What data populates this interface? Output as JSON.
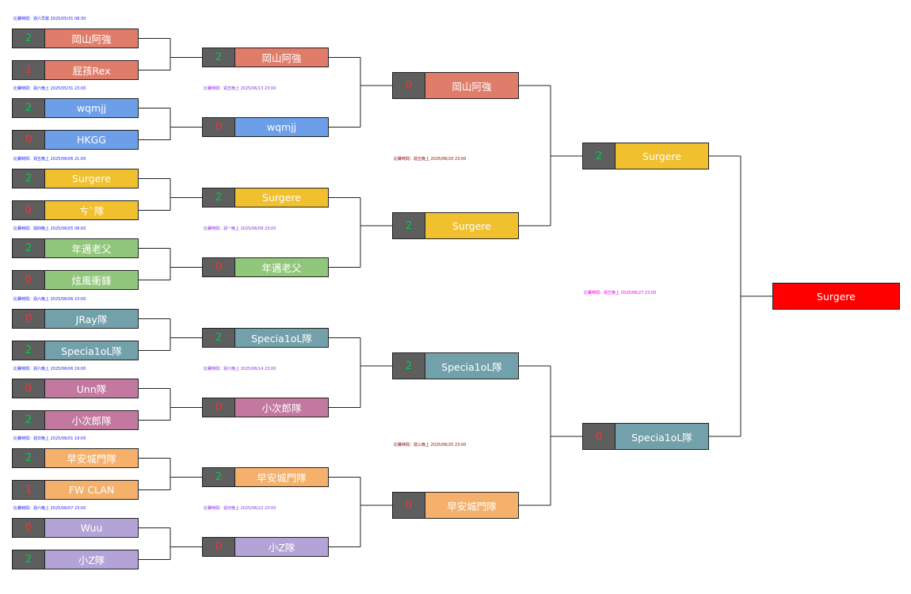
{
  "colors": {
    "okayama": "#e07c6a",
    "wqmjj": "#6d9ee8",
    "surgere": "#f0c02e",
    "nianlao": "#91c77a",
    "jray": "#73a1ab",
    "unn": "#c2789f",
    "zaoan": "#f5b06b",
    "wuu": "#b3a3d6",
    "champion": "#ff0000"
  },
  "notes": {
    "n1": "比賽時間：週六早晨 2025/05/31 08:30",
    "n2": "比賽時間：週六晚上 2025/05/31 23:00",
    "n3": "比賽時間：週五晚上 2025/06/06 21:00",
    "n4": "比賽時間：週四晚上 2025/06/05 08:00",
    "n5": "比賽時間：週六晚上 2025/06/06 23:00",
    "n6": "比賽時間：週六晚上 2025/06/06 19:00",
    "n7": "比賽時間：週日晚上 2025/06/01 19:00",
    "n8": "比賽時間：週六晚上 2025/06/07 23:00",
    "q1": "比賽時間：週五晚上 2025/06/13 23:00",
    "q2": "比賽時間：週一晚上 2025/06/09 23:00",
    "q3": "比賽時間：週六晚上 2025/06/14 23:00",
    "q4": "比賽時間：週日晚上 2025/06/22 23:00",
    "s1": "比賽時間：週五晚上 2025/06/20 23:00",
    "s2": "比賽時間：週三晚上 2025/06/25 23:00",
    "f1": "比賽時間：週五晚上 2025/06/27 23:00"
  },
  "round1": [
    {
      "score": "2",
      "name": "岡山阿強",
      "win": true,
      "color": "okayama"
    },
    {
      "score": "1",
      "name": "屁孩Rex",
      "win": false,
      "color": "okayama"
    },
    {
      "score": "2",
      "name": "wqmjj",
      "win": true,
      "color": "wqmjj"
    },
    {
      "score": "0",
      "name": "HKGG",
      "win": false,
      "color": "wqmjj"
    },
    {
      "score": "2",
      "name": "Surgere",
      "win": true,
      "color": "surgere"
    },
    {
      "score": "0",
      "name": "ㄘˋ隊",
      "win": false,
      "color": "surgere"
    },
    {
      "score": "2",
      "name": "年邁老父",
      "win": true,
      "color": "nianlao"
    },
    {
      "score": "0",
      "name": "炫風衝鋒",
      "win": false,
      "color": "nianlao"
    },
    {
      "score": "0",
      "name": "JRay隊",
      "win": false,
      "color": "jray"
    },
    {
      "score": "2",
      "name": "Specia1oL隊",
      "win": true,
      "color": "jray"
    },
    {
      "score": "0",
      "name": "Unn隊",
      "win": false,
      "color": "unn"
    },
    {
      "score": "2",
      "name": "小次郎隊",
      "win": true,
      "color": "unn"
    },
    {
      "score": "2",
      "name": "早安城門隊",
      "win": true,
      "color": "zaoan"
    },
    {
      "score": "1",
      "name": "FW CLAN",
      "win": false,
      "color": "zaoan"
    },
    {
      "score": "0",
      "name": "Wuu",
      "win": false,
      "color": "wuu"
    },
    {
      "score": "2",
      "name": "小Z隊",
      "win": true,
      "color": "wuu"
    }
  ],
  "round2": [
    {
      "score": "2",
      "name": "岡山阿強",
      "win": true,
      "color": "okayama"
    },
    {
      "score": "0",
      "name": "wqmjj",
      "win": false,
      "color": "wqmjj"
    },
    {
      "score": "2",
      "name": "Surgere",
      "win": true,
      "color": "surgere"
    },
    {
      "score": "0",
      "name": "年邁老父",
      "win": false,
      "color": "nianlao"
    },
    {
      "score": "2",
      "name": "Specia1oL隊",
      "win": true,
      "color": "jray"
    },
    {
      "score": "0",
      "name": "小次郎隊",
      "win": false,
      "color": "unn"
    },
    {
      "score": "2",
      "name": "早安城門隊",
      "win": true,
      "color": "zaoan"
    },
    {
      "score": "0",
      "name": "小Z隊",
      "win": false,
      "color": "wuu"
    }
  ],
  "round3": [
    {
      "score": "0",
      "name": "岡山阿強",
      "win": false,
      "color": "okayama"
    },
    {
      "score": "2",
      "name": "Surgere",
      "win": true,
      "color": "surgere"
    },
    {
      "score": "2",
      "name": "Specia1oL隊",
      "win": true,
      "color": "jray"
    },
    {
      "score": "0",
      "name": "早安城門隊",
      "win": false,
      "color": "zaoan"
    }
  ],
  "round4": [
    {
      "score": "2",
      "name": "Surgere",
      "win": true,
      "color": "surgere"
    },
    {
      "score": "0",
      "name": "Specia1oL隊",
      "win": false,
      "color": "jray"
    }
  ],
  "champion": {
    "name": "Surgere"
  }
}
